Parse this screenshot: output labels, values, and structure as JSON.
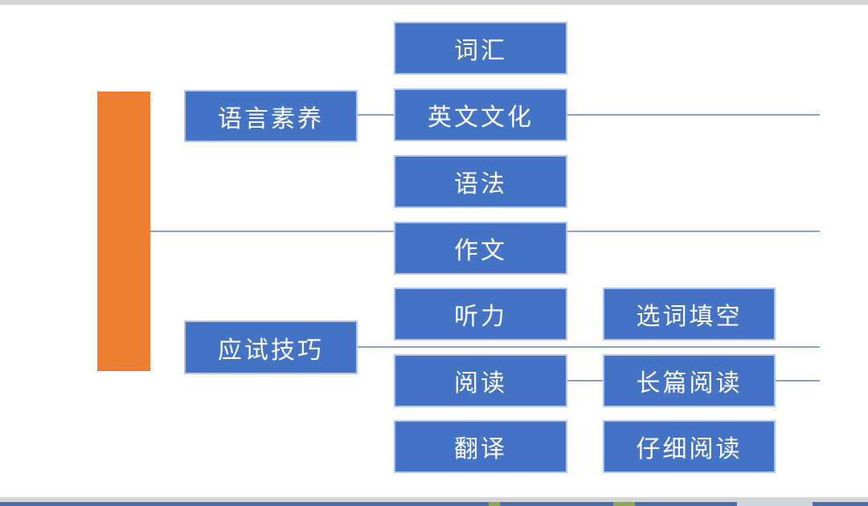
{
  "colors": {
    "node_blue": "#4472C4",
    "node_border": "#B4C4EA",
    "root_orange": "#ED7D31",
    "connector": "#8E9CC8",
    "top_strip": "#D2D2D2",
    "bottom_gray": "#D5D5D5",
    "bottom_blue": "#4C6DB0",
    "bottom_green": "#8BA84E",
    "bottom_light": "#CDD5E0"
  },
  "diagram": {
    "branches": [
      {
        "label": "语言素养"
      },
      {
        "label": "应试技巧"
      }
    ],
    "topics": [
      {
        "label": "词汇"
      },
      {
        "label": "英文文化"
      },
      {
        "label": "语法"
      },
      {
        "label": "作文"
      },
      {
        "label": "听力"
      },
      {
        "label": "阅读"
      },
      {
        "label": "翻译"
      }
    ],
    "subtopics": [
      {
        "label": "选词填空"
      },
      {
        "label": "长篇阅读"
      },
      {
        "label": "仔细阅读"
      }
    ]
  }
}
